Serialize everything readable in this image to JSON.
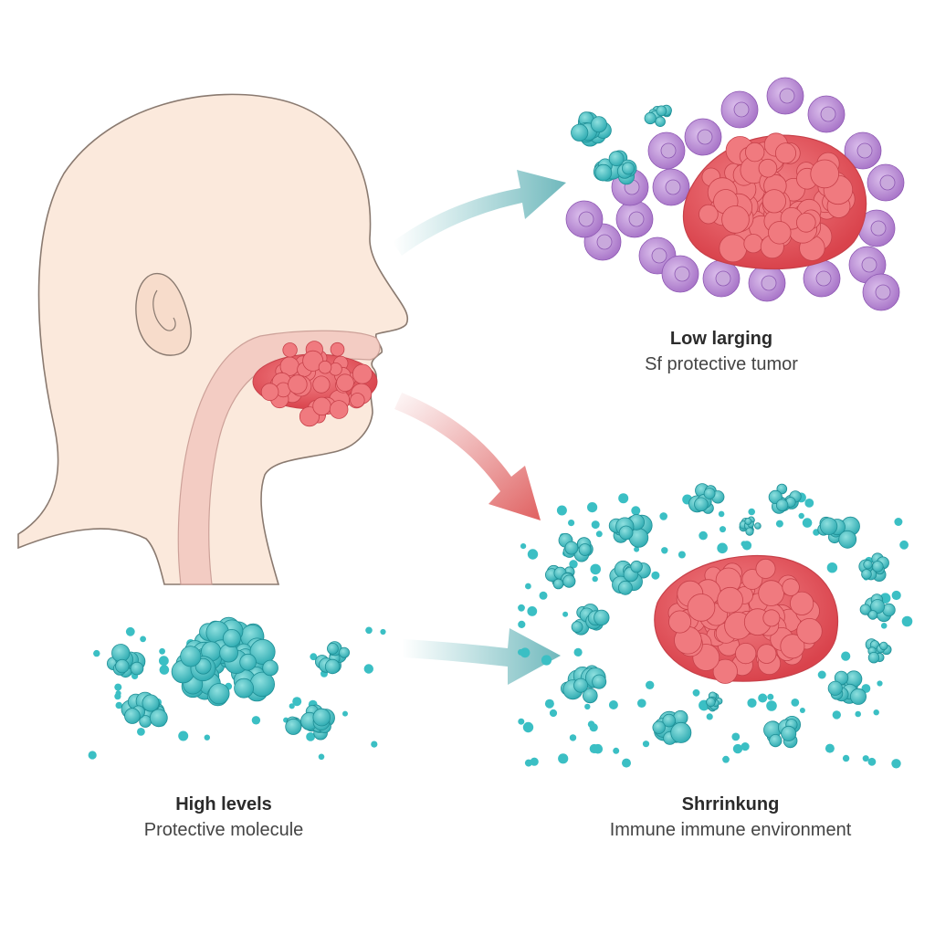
{
  "captions": {
    "top_right": {
      "title": "Low larging",
      "subtitle": "Sf protective tumor"
    },
    "bottom_left": {
      "title": "High levels",
      "subtitle": "Protective molecule"
    },
    "bottom_right": {
      "title": "Shrrinkung",
      "subtitle": "Immune immune environment"
    }
  },
  "colors": {
    "skin": "#fbe9dc",
    "skin_outline": "#8a7a70",
    "tumor": "#e8545c",
    "tumor_light": "#f07a7f",
    "immune_teal": "#3bbfc4",
    "immune_teal_light": "#7fd6d6",
    "suppressor_purple": "#b27ad0",
    "arrow_teal": "#7fc3c6",
    "arrow_red": "#e07474"
  }
}
